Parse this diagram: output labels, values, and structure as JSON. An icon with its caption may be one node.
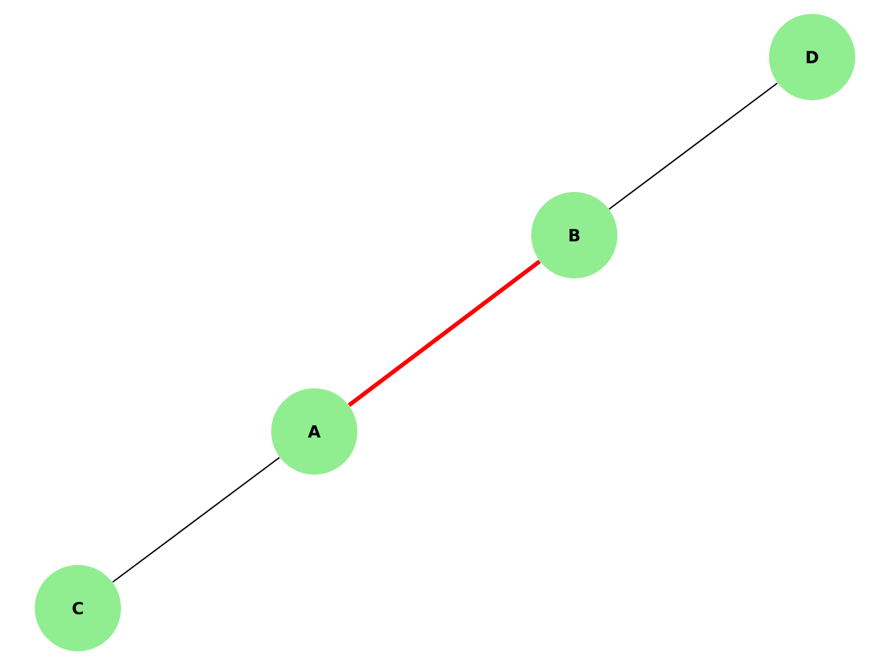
{
  "diagram": {
    "nodes": [
      {
        "text": [
          "A"
        ]
      },
      {
        "text": [
          "B"
        ]
      },
      {
        "text": [
          "C"
        ]
      },
      {
        "text": [
          "D"
        ]
      }
    ],
    "edges": [
      {
        "from": 0,
        "to": 1,
        "arrow": "none",
        "style": "thick",
        "color": "#ff0000"
      },
      {
        "from": 0,
        "to": 2,
        "arrow": "none"
      },
      {
        "from": 1,
        "to": 3,
        "arrow": "none"
      }
    ]
  }
}
